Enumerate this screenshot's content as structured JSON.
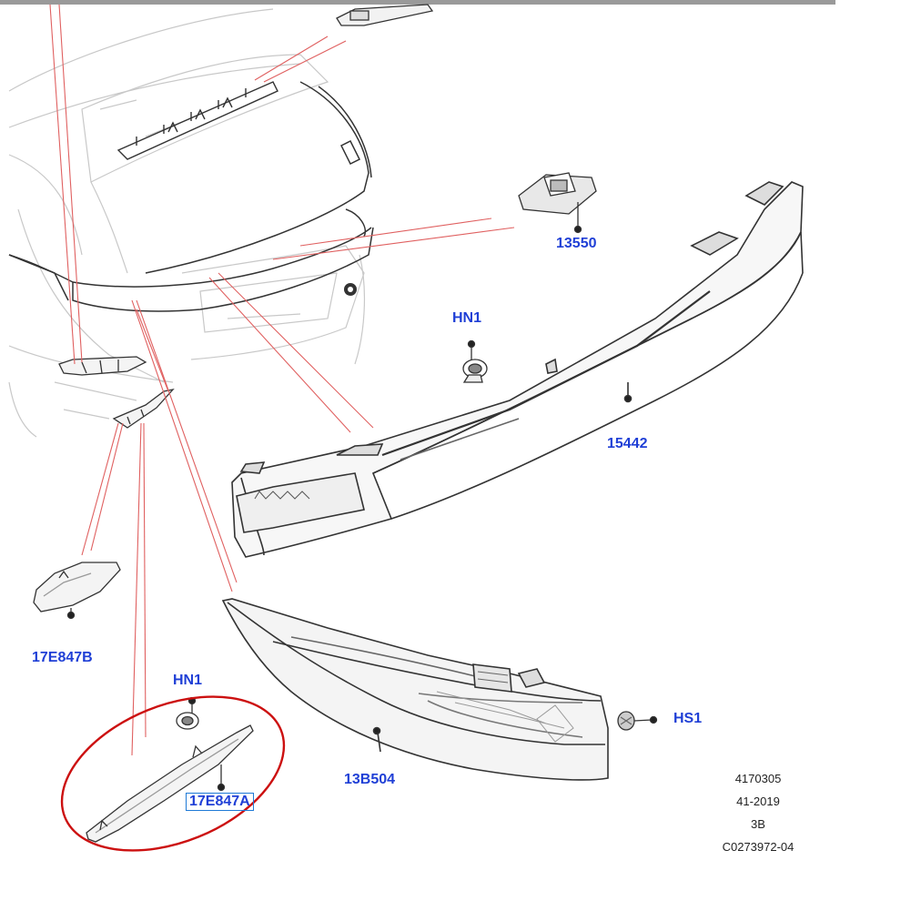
{
  "diagram": {
    "labels": {
      "p13550": "13550",
      "hn1_top": "HN1",
      "p15442": "15442",
      "p17E847B": "17E847B",
      "hn1_bottom": "HN1",
      "p13B504": "13B504",
      "hs1": "HS1",
      "p17E847A": "17E847A"
    },
    "doc_ref": {
      "line1": "4170305",
      "line2": "41-2019",
      "line3": "3B",
      "line4": "C0273972-04"
    },
    "colors": {
      "label": "#1f3fd6",
      "leader": "#e06060",
      "highlight": "#cc1010",
      "line": "#222222"
    }
  }
}
